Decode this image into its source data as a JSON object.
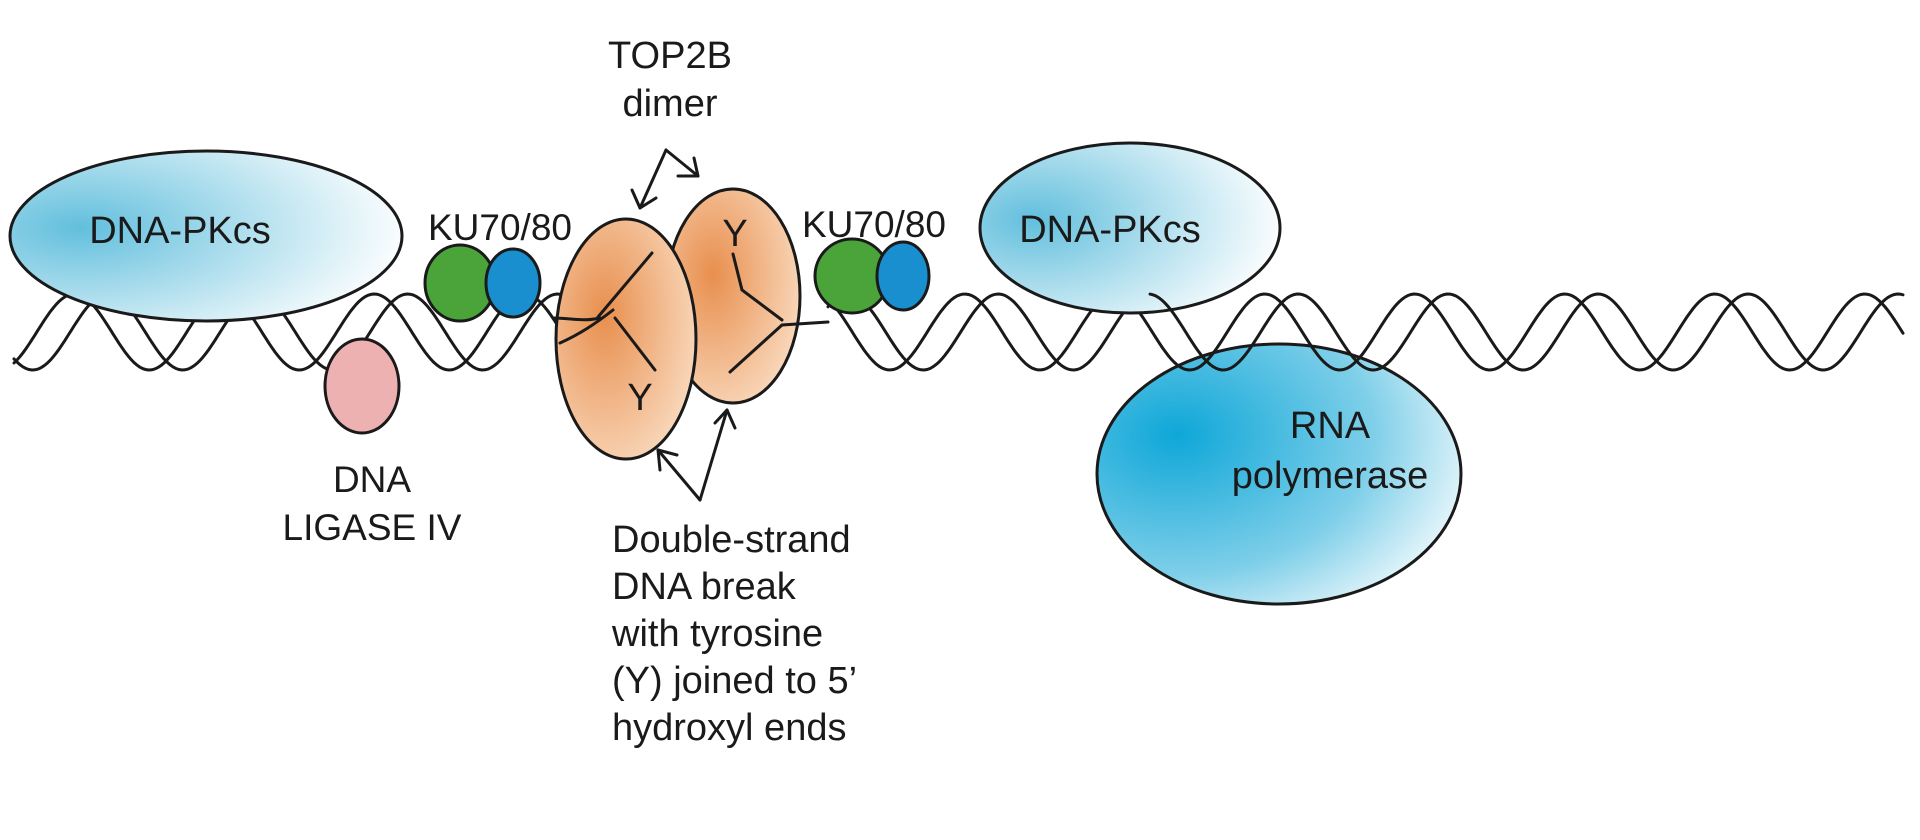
{
  "labels": {
    "dna_pkcs_left": "DNA-PKcs",
    "dna_pkcs_right": "DNA-PKcs",
    "ku_left": "KU70/80",
    "ku_right": "KU70/80",
    "top2b_line1": "TOP2B",
    "top2b_line2": "dimer",
    "ligase_line1": "DNA",
    "ligase_line2": "LIGASE IV",
    "tyrosine_left": "Y",
    "tyrosine_right": "Y",
    "rnap_line1": "RNA",
    "rnap_line2": "polymerase",
    "dsb_lines": [
      "Double-strand",
      "DNA break",
      "with tyrosine",
      "(Y) joined to 5’",
      "hydroxyl ends"
    ]
  },
  "colors": {
    "dna_pkcs": "#62bfdd",
    "ku70": "#4aa43a",
    "ku80": "#1a8fcf",
    "top2b": "#e88f4e",
    "ligase": "#eeb1b1",
    "rna_polymerase": "#0ea7d8",
    "outline": "#1a1a1a"
  }
}
